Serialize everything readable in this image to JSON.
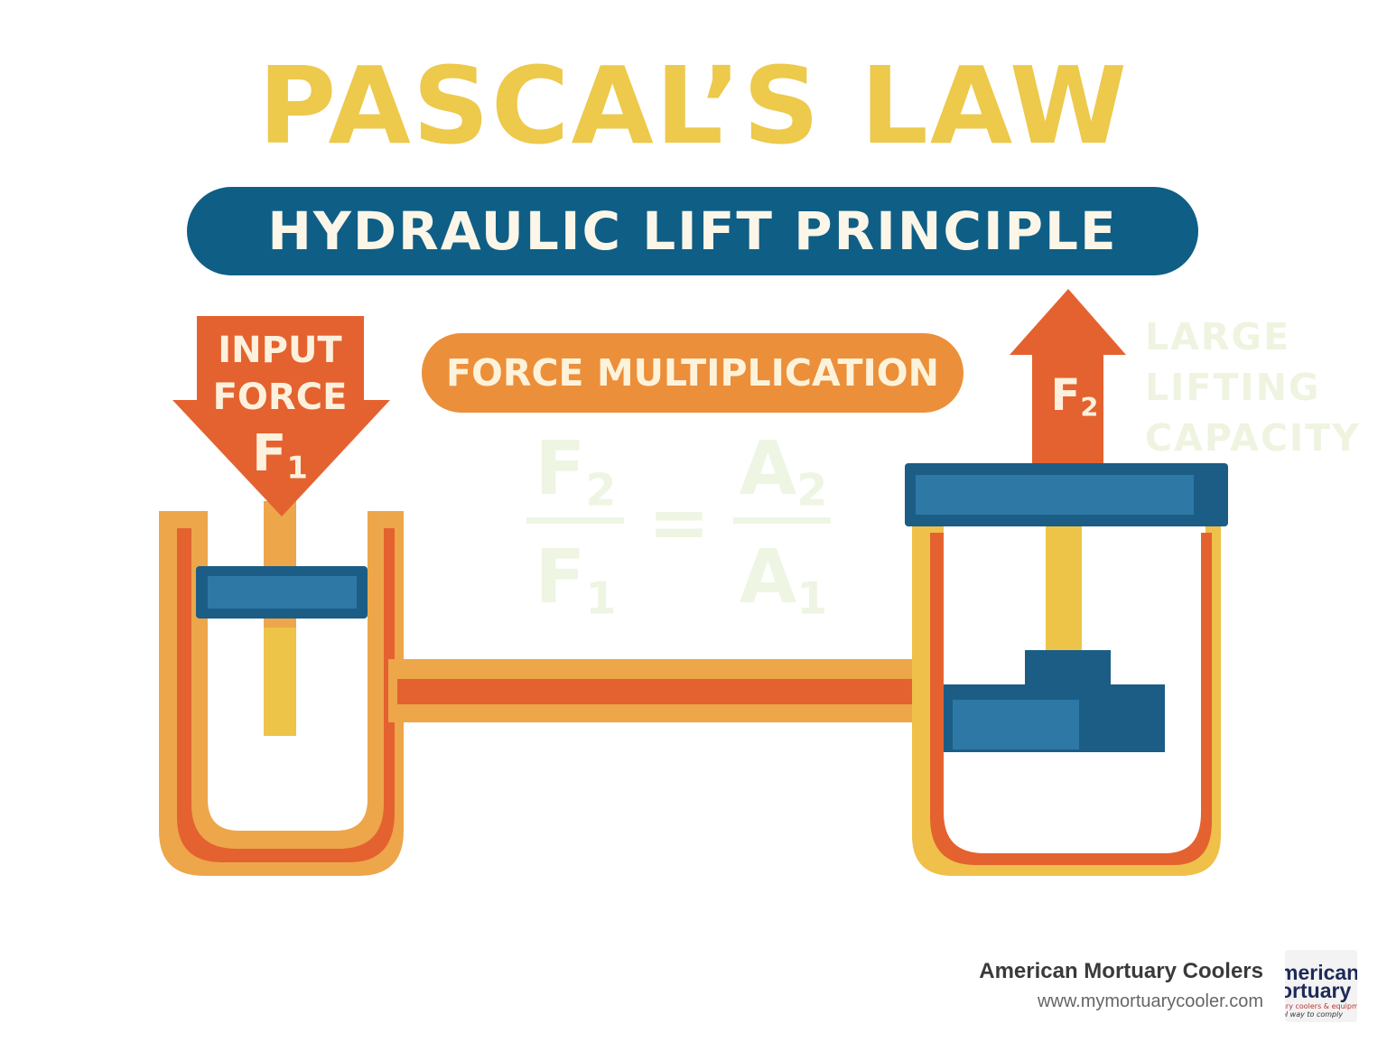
{
  "title": "PASCAL’S LAW",
  "banner": "HYDRAULIC LIFT PRINCIPLE",
  "pill": "FORCE MULTIPLICATION",
  "input_arrow": {
    "line1": "INPUT",
    "line2": "FORCE",
    "symbol": "F",
    "subscript": "1"
  },
  "output_arrow": {
    "symbol": "F",
    "subscript": "2"
  },
  "capacity_label": {
    "line1": "LARGE",
    "line2": "LIFTING",
    "line3": "CAPACITY"
  },
  "formula": {
    "left_num": "F",
    "left_num_sub": "2",
    "left_den": "F",
    "left_den_sub": "1",
    "equals": "=",
    "right_num": "A",
    "right_num_sub": "2",
    "right_den": "A",
    "right_den_sub": "1"
  },
  "brand": {
    "name": "American Mortuary Coolers",
    "url": "www.mymortuarycooler.com",
    "logo_line1": "merican",
    "logo_line2": "ortuary",
    "logo_line3": "ary coolers & equipment",
    "logo_line4": "ol way to comply"
  },
  "colors": {
    "title": "#edc94c",
    "banner": "#0f5e85",
    "pill": "#ec8f3a",
    "arrow": "#e4622f",
    "pipe_outer": "#eda64a",
    "pipe_inner": "#e4622f",
    "piston": "#1c5d86",
    "rod": "#edc448"
  }
}
